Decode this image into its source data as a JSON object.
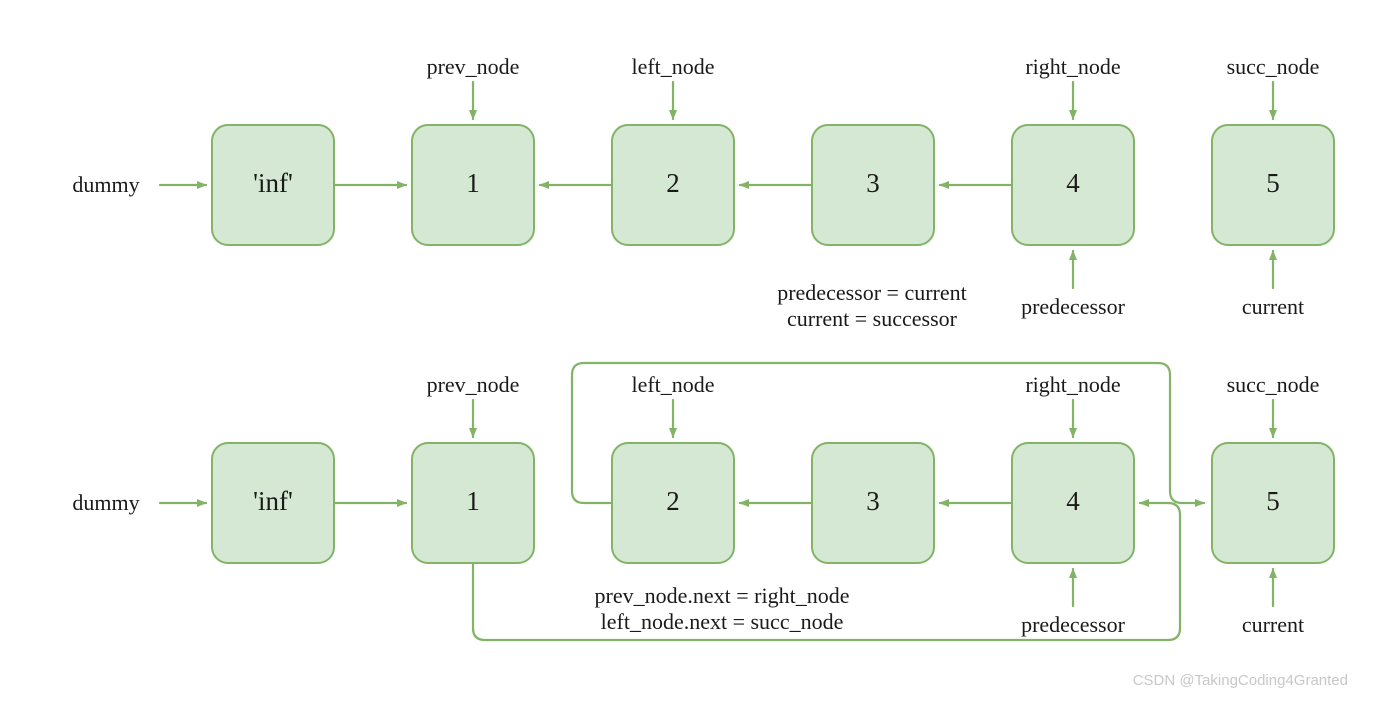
{
  "diagram": {
    "title": "Linked list reversal pointer diagram",
    "colors": {
      "node_fill": "#d5e8d4",
      "node_stroke": "#82b366",
      "edge": "#82b366",
      "text": "#1a1a1a",
      "watermark": "#c8c8c8",
      "background": "#ffffff"
    },
    "rows": [
      {
        "id": "before",
        "nodes": [
          {
            "id": "r1n0",
            "label": "'inf'"
          },
          {
            "id": "r1n1",
            "label": "1"
          },
          {
            "id": "r1n2",
            "label": "2"
          },
          {
            "id": "r1n3",
            "label": "3"
          },
          {
            "id": "r1n4",
            "label": "4"
          },
          {
            "id": "r1n5",
            "label": "5"
          }
        ],
        "entry_label": "dummy",
        "top_pointers": [
          {
            "target": "r1n1",
            "label": "prev_node"
          },
          {
            "target": "r1n2",
            "label": "left_node"
          },
          {
            "target": "r1n4",
            "label": "right_node"
          },
          {
            "target": "r1n5",
            "label": "succ_node"
          }
        ],
        "bottom_pointers": [
          {
            "target": "r1n4",
            "label": "predecessor"
          },
          {
            "target": "r1n5",
            "label": "current"
          }
        ],
        "caption": [
          "predecessor = current",
          "current = successor"
        ]
      },
      {
        "id": "after",
        "nodes": [
          {
            "id": "r2n0",
            "label": "'inf'"
          },
          {
            "id": "r2n1",
            "label": "1"
          },
          {
            "id": "r2n2",
            "label": "2"
          },
          {
            "id": "r2n3",
            "label": "3"
          },
          {
            "id": "r2n4",
            "label": "4"
          },
          {
            "id": "r2n5",
            "label": "5"
          }
        ],
        "entry_label": "dummy",
        "top_pointers": [
          {
            "target": "r2n1",
            "label": "prev_node"
          },
          {
            "target": "r2n2",
            "label": "left_node"
          },
          {
            "target": "r2n4",
            "label": "right_node"
          },
          {
            "target": "r2n5",
            "label": "succ_node"
          }
        ],
        "bottom_pointers": [
          {
            "target": "r2n4",
            "label": "predecessor"
          },
          {
            "target": "r2n5",
            "label": "current"
          }
        ],
        "caption": [
          "prev_node.next = right_node",
          "left_node.next = succ_node"
        ]
      }
    ],
    "watermark": "CSDN @TakingCoding4Granted"
  }
}
